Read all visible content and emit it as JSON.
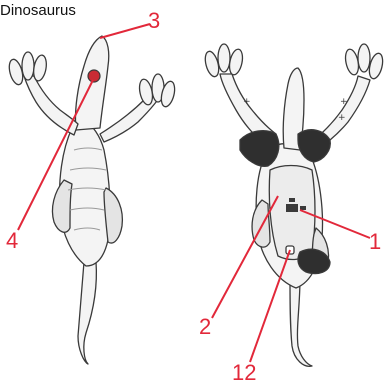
{
  "title": "Dinosaurus",
  "callouts": {
    "c1": "1",
    "c2": "2",
    "c3": "3",
    "c4": "4",
    "c12": "12"
  },
  "colors": {
    "line": "#e2283a",
    "outline": "#3a3a3a",
    "body": "#f4f4f4",
    "shade": "#d8d8d8",
    "dark": "#2f2f2f"
  }
}
